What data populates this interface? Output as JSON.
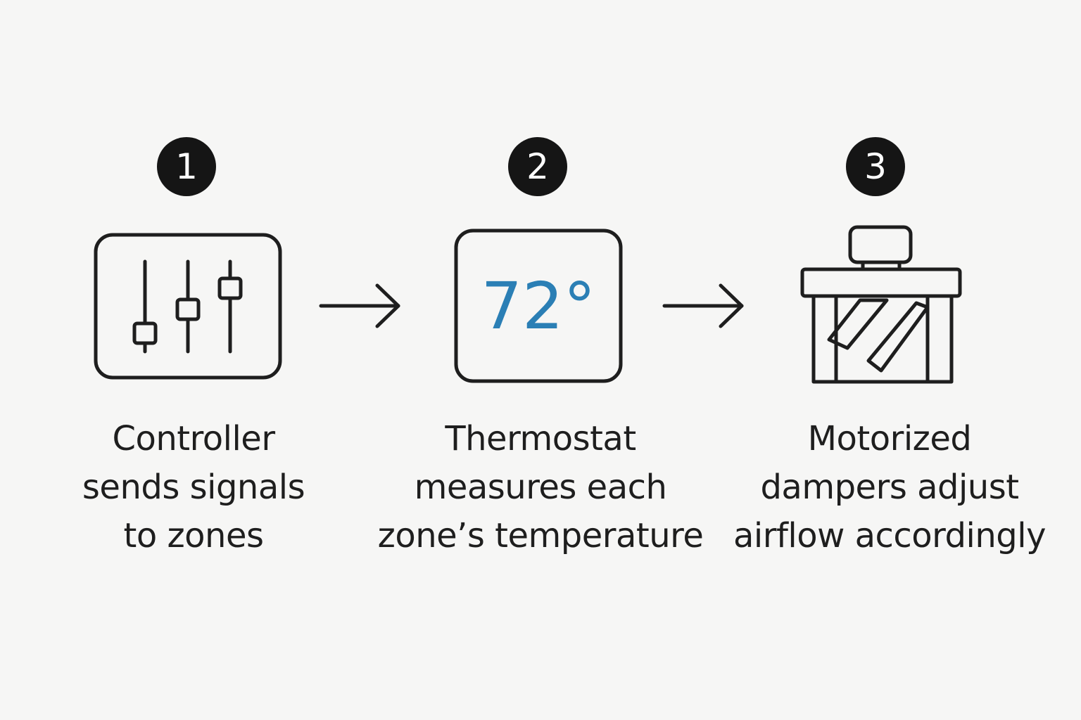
{
  "steps": [
    {
      "number": "1",
      "icon": "sliders-icon",
      "caption_lines": [
        "Controller",
        "sends signals",
        "to zones"
      ]
    },
    {
      "number": "2",
      "icon": "thermostat-icon",
      "display_value": "72°",
      "caption_lines": [
        "Thermostat",
        "measures each",
        "zone’s temperature"
      ]
    },
    {
      "number": "3",
      "icon": "damper-icon",
      "caption_lines": [
        "Motorized",
        "dampers adjust",
        "airflow accordingly"
      ]
    }
  ],
  "colors": {
    "background": "#f6f6f5",
    "ink": "#1e1e1e",
    "accent": "#2b7fb5"
  },
  "connectors": [
    "arrow-right-icon",
    "arrow-right-icon"
  ]
}
